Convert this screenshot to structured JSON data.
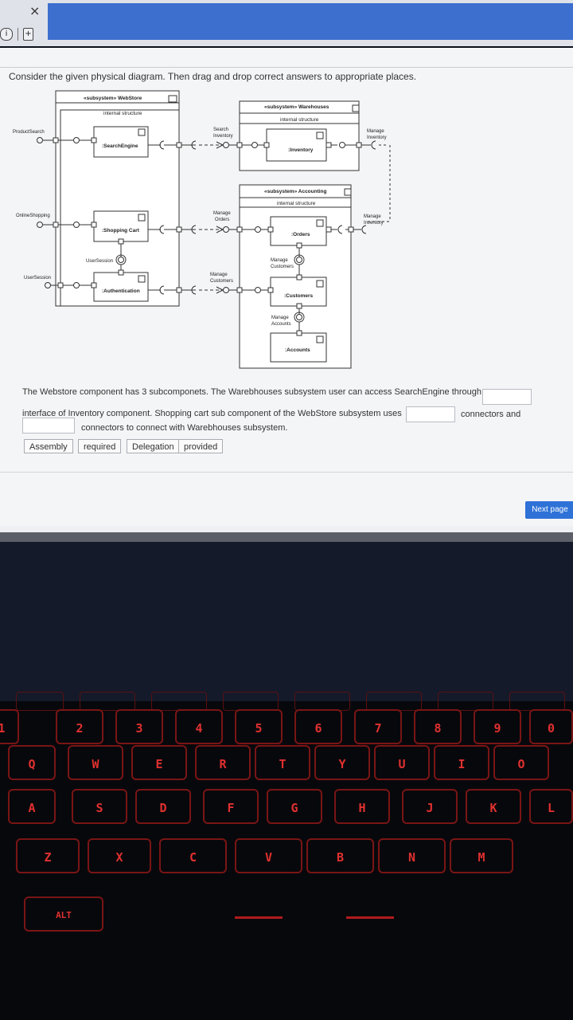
{
  "window": {
    "close_label": "×",
    "info_icon": "i",
    "doc_icon": "+"
  },
  "question": {
    "text": "Consider the given physical diagram. Then drag and drop correct answers to appropriate places."
  },
  "diagram": {
    "webstore": {
      "stereotype": "«subsystem» WebStore",
      "internal": "internal structure"
    },
    "warehouses": {
      "stereotype": "«subsystem» Warehouses",
      "internal": "internal structure"
    },
    "accounting": {
      "stereotype": "«subsystem» Accounting",
      "internal": "internal structure"
    },
    "components": {
      "search_engine": ":SearchEngine",
      "shopping_cart": ":Shopping Cart",
      "authentication": ":Authentication",
      "inventory": ":Inventory",
      "orders": ":Orders",
      "customers": ":Customers",
      "accounts": ":Accounts"
    },
    "interfaces": {
      "product_search": "ProductSearch",
      "online_shopping": "OnlineShopping",
      "user_session_outer": "UserSession",
      "user_session_inner": "UserSession",
      "search_inventory_1": "Search",
      "search_inventory_2": "Inventory",
      "manage_orders_1": "Manage",
      "manage_orders_2": "Orders",
      "manage_customers_1": "Manage",
      "manage_customers_2": "Customers",
      "manage_inventory_top_1": "Manage",
      "manage_inventory_top_2": "Inventory",
      "manage_inventory_right_1": "Manage",
      "manage_inventory_right_2": "Inventory",
      "manage_customers_inner_1": "Manage",
      "manage_customers_inner_2": "Customers",
      "manage_accounts_1": "Manage",
      "manage_accounts_2": "Accounts"
    }
  },
  "fill": {
    "line1_a": "The Webstore component has 3 subcomponets. The Warebhouses subsystem user can access SearchEngine  through",
    "line2_a": "interface of Inventory component. Shopping cart sub component of the WebStore subsystem uses",
    "line2_b": "connectors and",
    "line3_a": "connectors to connect with Warebhouses subsystem."
  },
  "choices": [
    "Assembly",
    "required",
    "Delegation",
    "provided"
  ],
  "next_button": "Next page",
  "keyboard": {
    "row1": [
      "1",
      "2",
      "3",
      "4",
      "5",
      "6",
      "7",
      "8",
      "9",
      "0"
    ],
    "row2": [
      "Q",
      "W",
      "E",
      "R",
      "T",
      "Y",
      "U",
      "I",
      "O"
    ],
    "row3": [
      "A",
      "S",
      "D",
      "F",
      "G",
      "H",
      "J",
      "K",
      "L"
    ],
    "row4": [
      "Z",
      "X",
      "C",
      "V",
      "B",
      "N",
      "M"
    ],
    "alt_label": "ALT"
  },
  "colors": {
    "tab_blue": "#3d6fcf",
    "button_blue": "#2e72d8",
    "key_red": "#e03030"
  }
}
